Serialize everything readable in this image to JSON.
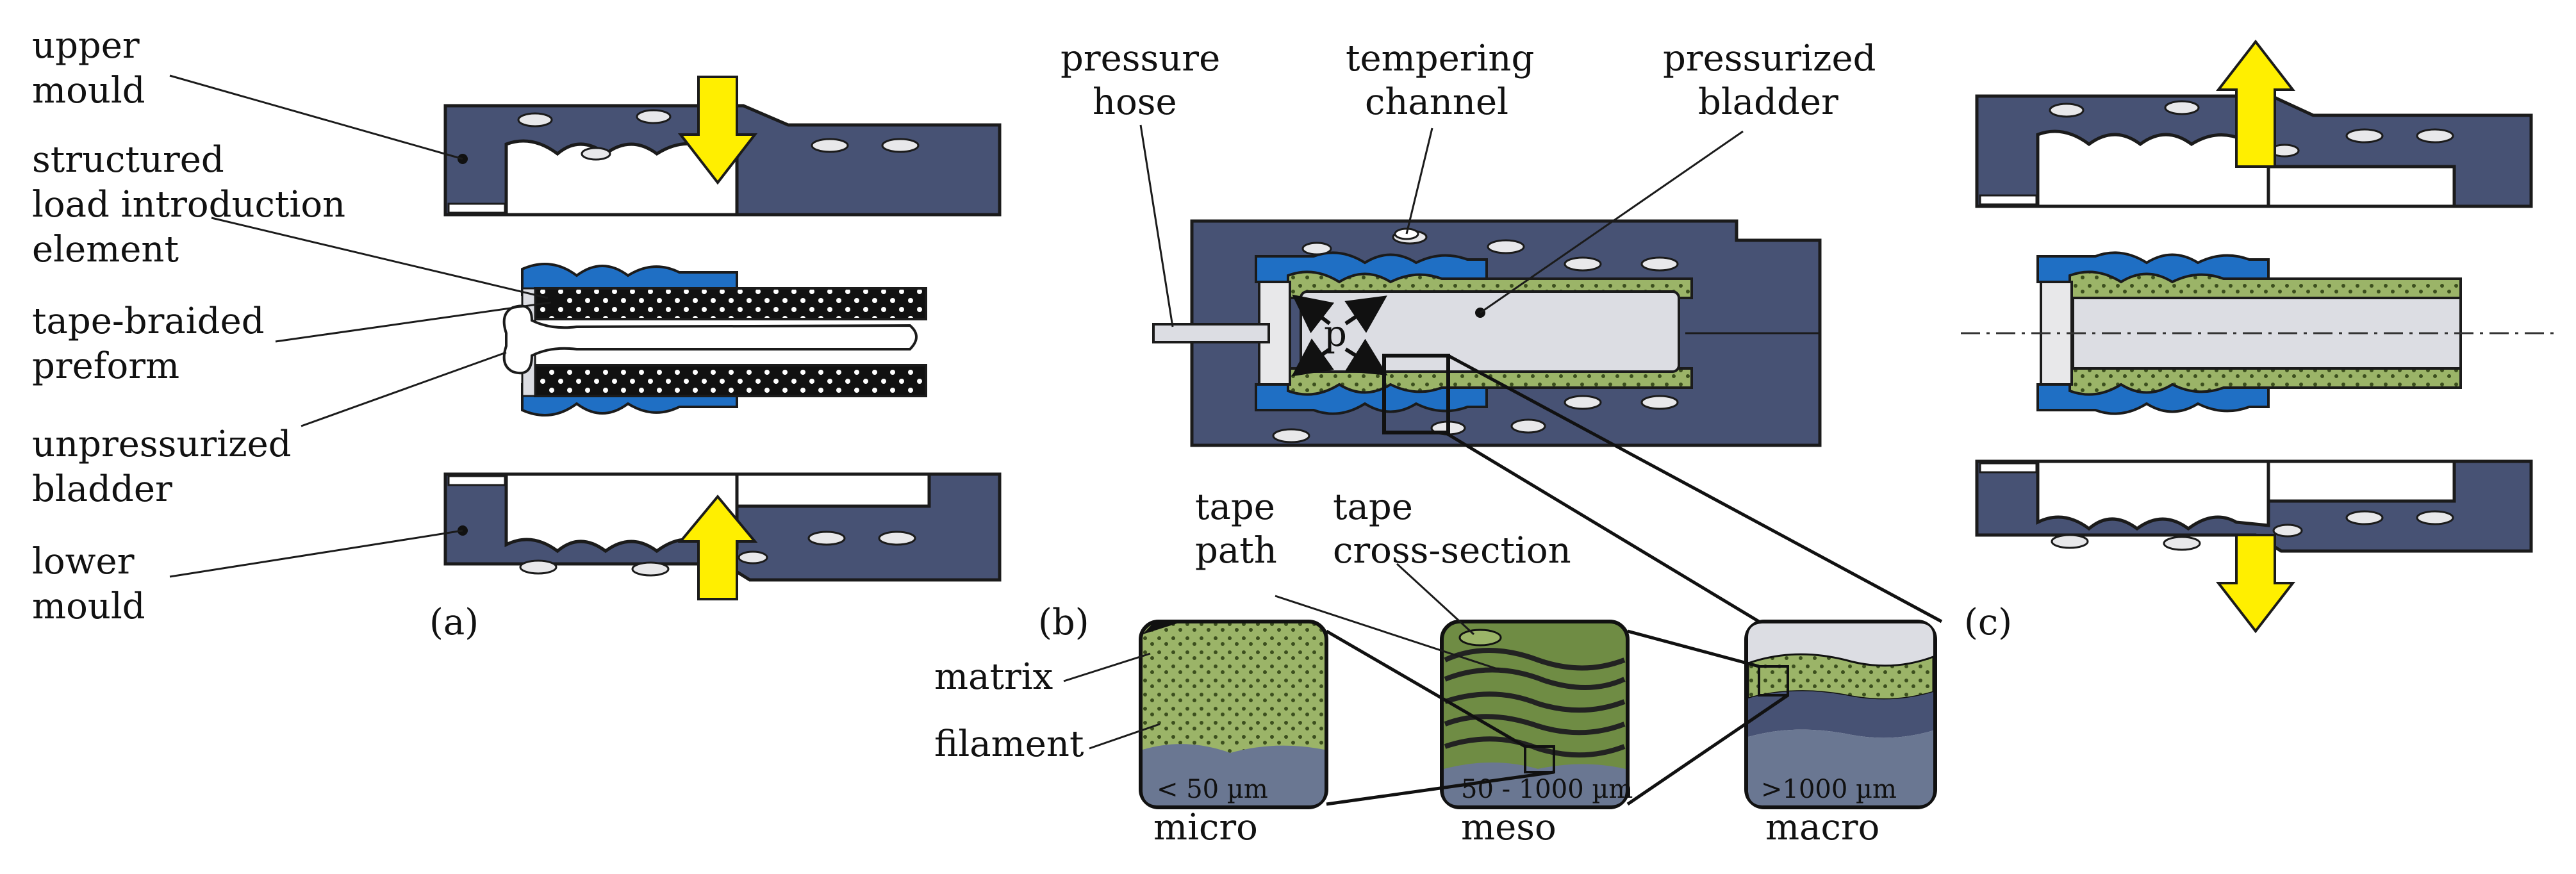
{
  "colors": {
    "mould": "#475274",
    "mould_stroke": "#1b1b1b",
    "blue": "#1f6fc4",
    "green": "#9bb468",
    "green_dark": "#6f8c44",
    "grey_light": "#dcdde3",
    "slate": "#6a7792",
    "arrow_yellow": "#ffef00",
    "hole": "#e8e8ea"
  },
  "panel_a": {
    "caption": "(a)",
    "labels": {
      "upper_mould": [
        "upper",
        "mould"
      ],
      "load_element": [
        "structured",
        "load introduction",
        "element"
      ],
      "preform": [
        "tape-braided",
        "preform"
      ],
      "bladder": [
        "unpressurized",
        "bladder"
      ],
      "lower_mould": [
        "lower",
        "mould"
      ]
    }
  },
  "panel_b": {
    "caption": "(b)",
    "labels": {
      "pressure_hose": [
        "pressure",
        "hose"
      ],
      "tempering_channel": [
        "tempering",
        "channel"
      ],
      "pressurized_bladder": [
        "pressurized",
        "bladder"
      ],
      "pressure_symbol": "p",
      "tape_path": [
        "tape",
        "path"
      ],
      "tape_cross_section": [
        "tape",
        "cross-section"
      ],
      "matrix": "matrix",
      "filament": "filament"
    },
    "scales": [
      {
        "range": "< 50 µm",
        "name": "micro"
      },
      {
        "range": "50 - 1000 µm",
        "name": "meso"
      },
      {
        "range": ">1000 µm",
        "name": "macro"
      }
    ]
  },
  "panel_c": {
    "caption": "(c)"
  }
}
